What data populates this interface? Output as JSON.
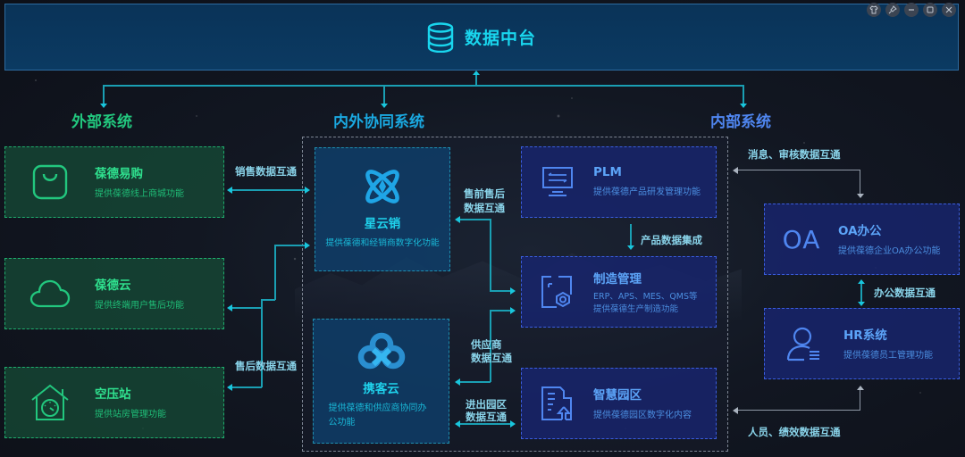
{
  "window_controls": [
    {
      "name": "skin-button",
      "glyph": "👕"
    },
    {
      "name": "pin-button",
      "glyph": "✎"
    },
    {
      "name": "minimize-button",
      "glyph": "–"
    },
    {
      "name": "maximize-button",
      "glyph": "□"
    },
    {
      "name": "close-button",
      "glyph": "✕"
    }
  ],
  "hub": {
    "title": "数据中台",
    "icon": "database-icon",
    "color": "#19d6ee"
  },
  "sections": {
    "external": {
      "title": "外部系统",
      "color": "#22c77e"
    },
    "collab": {
      "title": "内外协同系统",
      "color": "#1aa8e0"
    },
    "internal": {
      "title": "内部系统",
      "color": "#4f86f0"
    }
  },
  "external_systems": [
    {
      "title": "葆德易购",
      "desc": "提供葆德线上商城功能",
      "icon": "shopping-bag-icon"
    },
    {
      "title": "葆德云",
      "desc": "提供终端用户售后功能",
      "icon": "cloud-icon"
    },
    {
      "title": "空压站",
      "desc": "提供站房管理功能",
      "icon": "house-gauge-icon"
    }
  ],
  "collab_systems": [
    {
      "title": "星云销",
      "desc": "提供葆德和经销商数字化功能",
      "icon": "star-x-icon"
    },
    {
      "title": "携客云",
      "desc": "提供葆德和供应商协同办公功能",
      "icon": "trefoil-icon"
    }
  ],
  "internal_mid": [
    {
      "title": "PLM",
      "desc": "提供葆德产品研发管理功能",
      "icon": "monitor-icon"
    },
    {
      "title": "制造管理",
      "desc_line1": "ERP、APS、MES、QMS等",
      "desc_line2": "提供葆德生产制造功能",
      "icon": "bolt-nut-icon"
    },
    {
      "title": "智慧园区",
      "desc": "提供葆德园区数字化内容",
      "icon": "building-tree-icon"
    }
  ],
  "internal_right": [
    {
      "title": "OA办公",
      "desc": "提供葆德企业OA办公功能",
      "icon_text": "OA"
    },
    {
      "title": "HR系统",
      "desc": "提供葆德员工管理功能",
      "icon": "user-list-icon"
    }
  ],
  "connectors": {
    "sales": "销售数据互通",
    "after_sales": "售后数据互通",
    "presale_l1": "售前售后",
    "presale_l2": "数据互通",
    "product": "产品数据集成",
    "supplier_l1": "供应商",
    "supplier_l2": "数据互通",
    "park_l1": "进出园区",
    "park_l2": "数据互通",
    "msg_audit": "消息、审核数据互通",
    "office": "办公数据互通",
    "staff": "人员、绩效数据互通"
  }
}
